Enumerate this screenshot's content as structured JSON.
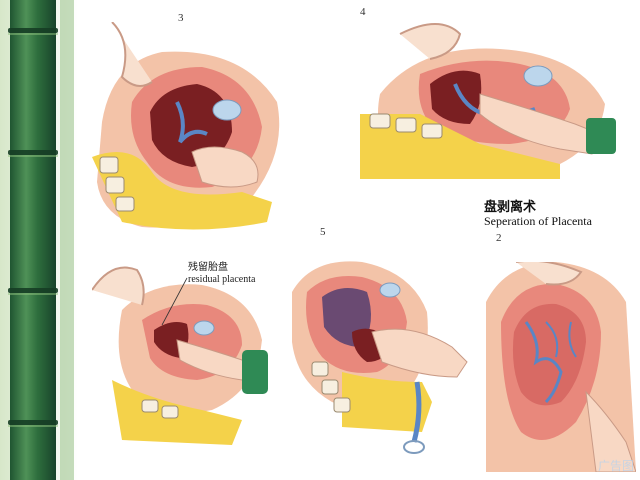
{
  "figures": [
    {
      "number": "3"
    },
    {
      "number": "4"
    },
    {
      "number": "5"
    },
    {
      "number": "2"
    }
  ],
  "caption": {
    "chinese": "盘剥离术",
    "english": "Seperation of Placenta"
  },
  "residual_label": {
    "chinese": "残留胎盘",
    "english": "residual placenta"
  },
  "watermark": "广告图",
  "colors": {
    "bamboo": "#2f6b3c",
    "bamboo_light": "#5c9a5e",
    "flesh": "#efb9a9",
    "uterus": "#e8887c",
    "placenta": "#7a1f22",
    "fat": "#f4d24a",
    "glove": "#2f8a55",
    "vessel": "#5a86c5"
  }
}
